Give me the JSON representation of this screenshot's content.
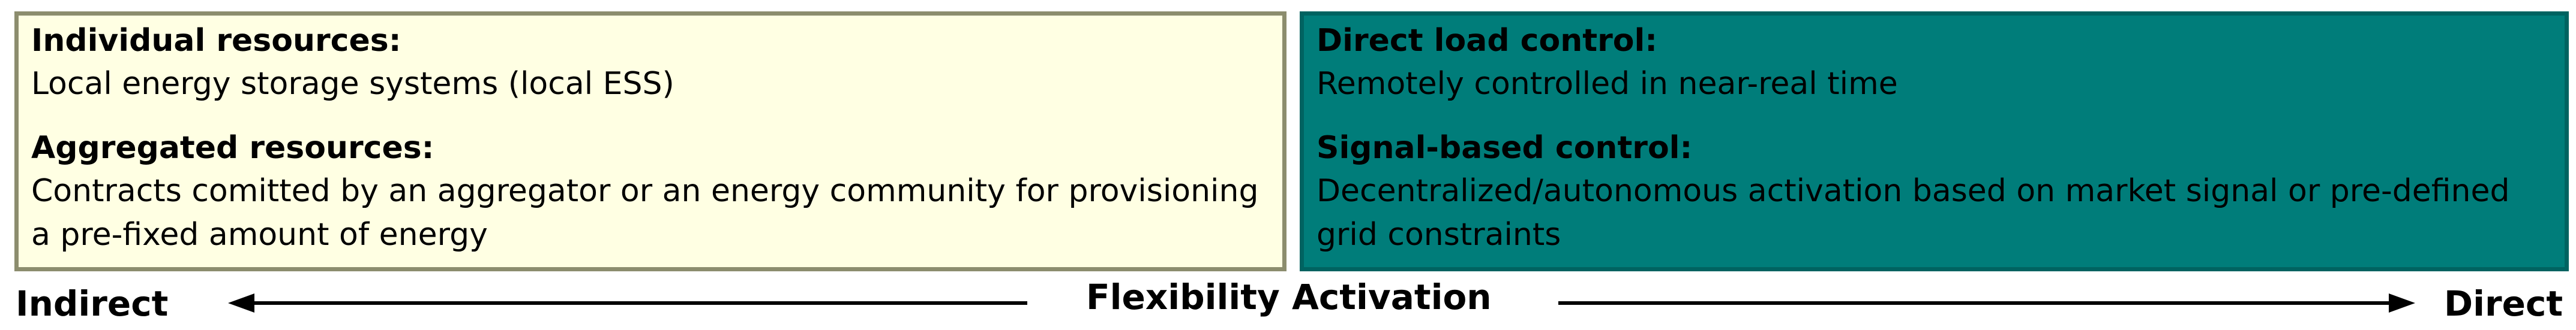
{
  "left_box": {
    "individual_heading": "Individual resources:",
    "individual_text": "Local energy storage systems (local ESS)",
    "aggregated_heading": "Aggregated resources:",
    "aggregated_text": "Contracts comitted by an aggregator or an energy community for provisioning a pre-fixed amount of energy",
    "background_color": "#ffffe3",
    "border_color": "#8c8d6e"
  },
  "right_box": {
    "direct_heading": "Direct load control:",
    "direct_text": "Remotely controlled in near-real time",
    "signal_heading": "Signal-based control:",
    "signal_text": "Decentralized/autonomous activation based on market signal or pre-defined grid constraints",
    "background_color": "#007d7a",
    "border_color": "#006361"
  },
  "axis": {
    "left_label": "Indirect",
    "center_label": "Flexibility Activation",
    "right_label": "Direct"
  }
}
